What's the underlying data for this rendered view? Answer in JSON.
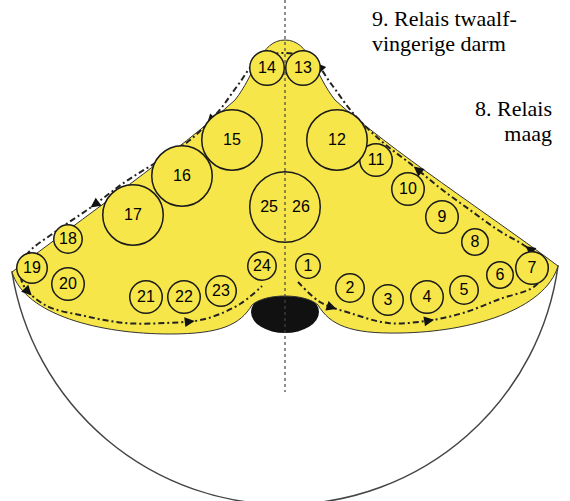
{
  "diagram": {
    "nodes": [
      {
        "text": [
          "1"
        ]
      },
      {
        "text": [
          "2"
        ]
      },
      {
        "text": [
          "3"
        ]
      },
      {
        "text": [
          "4"
        ]
      },
      {
        "text": [
          "5"
        ]
      },
      {
        "text": [
          "6"
        ]
      },
      {
        "text": [
          "7"
        ]
      },
      {
        "text": [
          "8"
        ]
      },
      {
        "text": [
          "9"
        ]
      },
      {
        "text": [
          "10"
        ]
      },
      {
        "text": [
          "11"
        ]
      },
      {
        "text": [
          "12"
        ]
      },
      {
        "text": [
          "13"
        ]
      },
      {
        "text": [
          "14"
        ]
      },
      {
        "text": [
          "15"
        ]
      },
      {
        "text": [
          "16"
        ]
      },
      {
        "text": [
          "17"
        ]
      },
      {
        "text": [
          "18"
        ]
      },
      {
        "text": [
          "19"
        ]
      },
      {
        "text": [
          "20"
        ]
      },
      {
        "text": [
          "21"
        ]
      },
      {
        "text": [
          "22"
        ]
      },
      {
        "text": [
          "23"
        ]
      },
      {
        "text": [
          "24"
        ]
      },
      {
        "text": [
          "25",
          "26"
        ]
      }
    ],
    "labels": [
      "9. Relais twaalf- vingerige darm",
      "8. Relais maag"
    ]
  }
}
